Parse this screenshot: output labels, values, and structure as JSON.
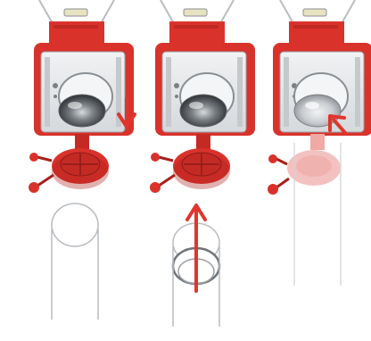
{
  "figure": {
    "panels": [
      {
        "step": "insert",
        "arrow_direction": "down",
        "lower_tube_visible": true
      },
      {
        "step": "raise",
        "arrow_direction": "up",
        "lower_tube_visible": true
      },
      {
        "step": "released",
        "arrow_direction": "up",
        "lower_tube_visible": false
      }
    ],
    "colors": {
      "housing_red": "#d9322b",
      "housing_dark": "#a8201b",
      "faceplate": "#e6e8ea",
      "cable": "#b8bcc0",
      "outline": "#8a8f94",
      "arrow_red": "#e0352d"
    }
  }
}
